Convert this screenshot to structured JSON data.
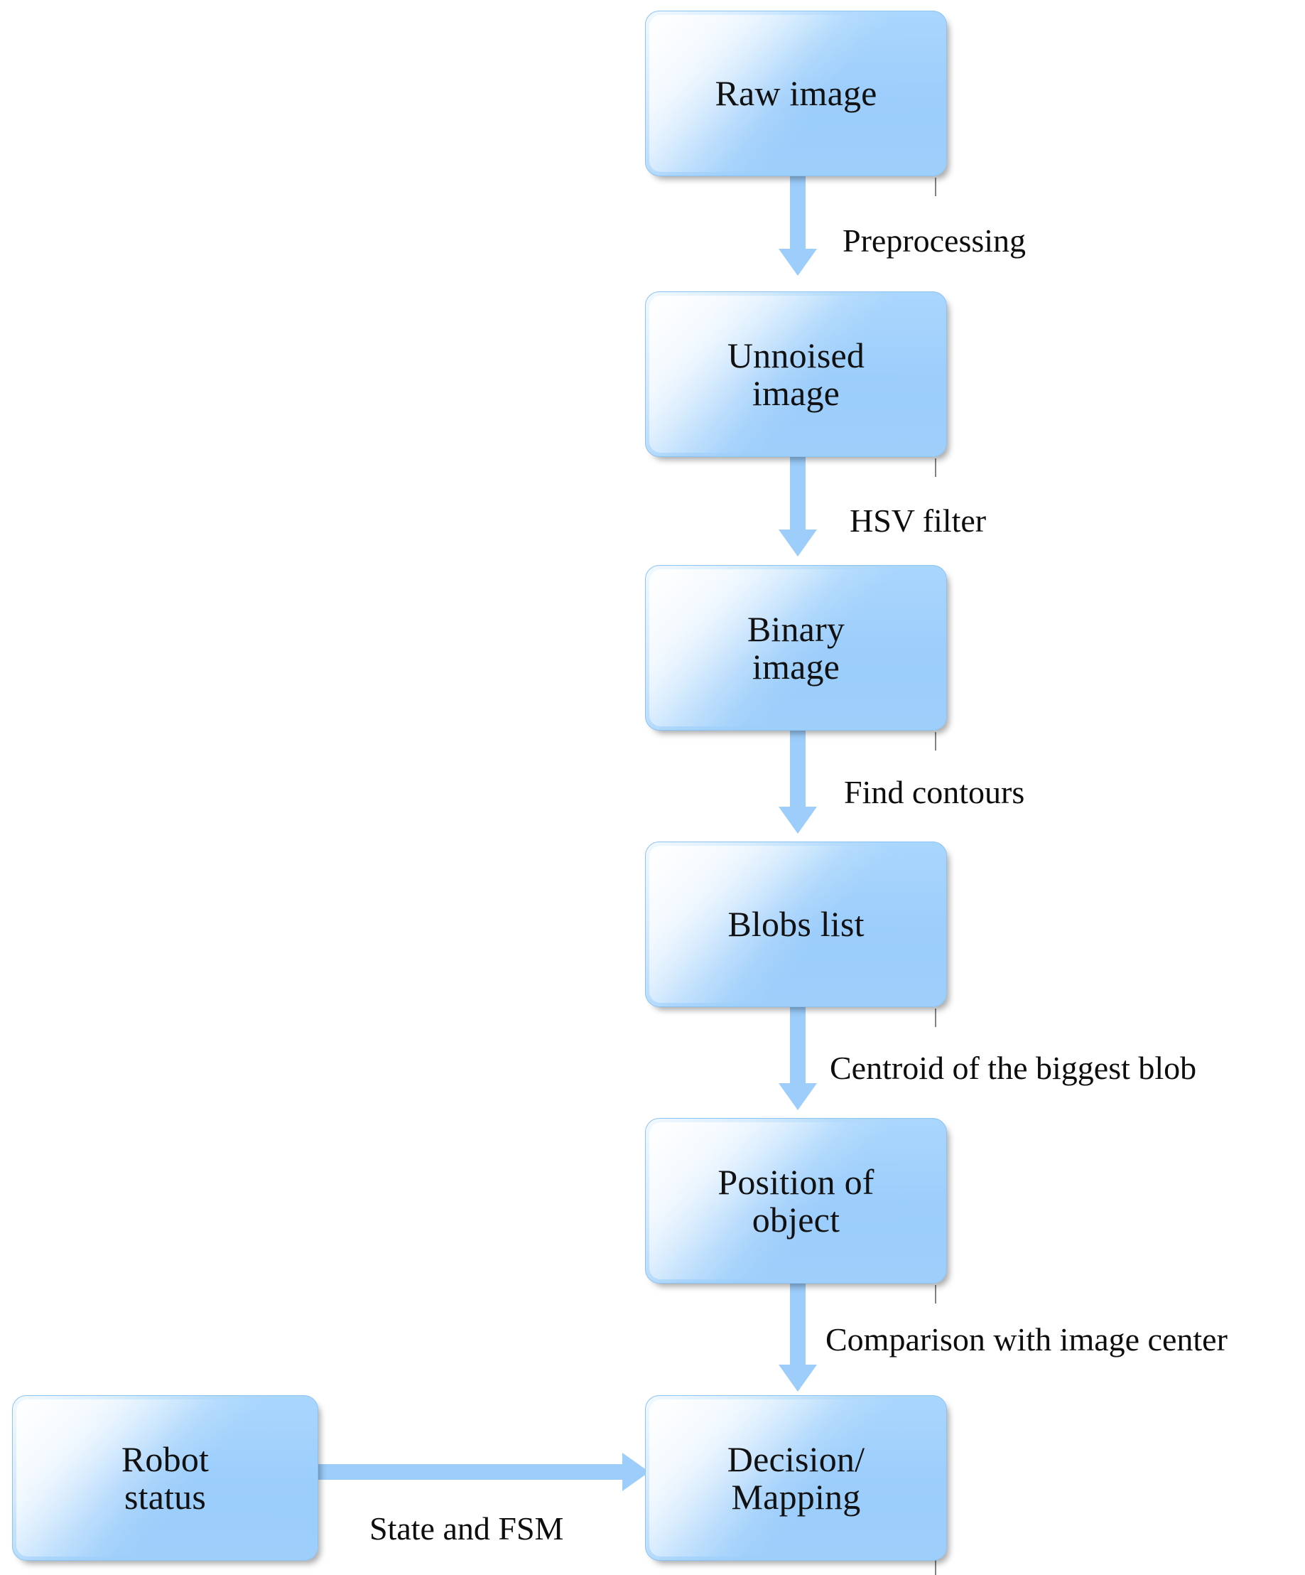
{
  "diagram": {
    "title": "Vision processing pipeline flowchart",
    "type": "flowchart",
    "orientation": "top-to-bottom",
    "colors": {
      "node_fill": "#9ccdfb",
      "node_border": "#8cc3f2",
      "arrow": "#9ccdfb",
      "text": "#111111",
      "background": "#ffffff"
    },
    "nodes": [
      {
        "id": "raw-image",
        "label": "Raw image"
      },
      {
        "id": "unnoised-image",
        "label": "Unnoised\nimage"
      },
      {
        "id": "binary-image",
        "label": "Binary\nimage"
      },
      {
        "id": "blobs-list",
        "label": "Blobs list"
      },
      {
        "id": "position-of-object",
        "label": "Position of\nobject"
      },
      {
        "id": "decision-mapping",
        "label": "Decision/\nMapping"
      },
      {
        "id": "robot-status",
        "label": "Robot\nstatus"
      }
    ],
    "edges": [
      {
        "id": "e1",
        "from": "raw-image",
        "to": "unnoised-image",
        "label": "Preprocessing"
      },
      {
        "id": "e2",
        "from": "unnoised-image",
        "to": "binary-image",
        "label": "HSV filter"
      },
      {
        "id": "e3",
        "from": "binary-image",
        "to": "blobs-list",
        "label": "Find contours"
      },
      {
        "id": "e4",
        "from": "blobs-list",
        "to": "position-of-object",
        "label": "Centroid of the biggest blob"
      },
      {
        "id": "e5",
        "from": "position-of-object",
        "to": "decision-mapping",
        "label": "Comparison with image center"
      },
      {
        "id": "e6",
        "from": "robot-status",
        "to": "decision-mapping",
        "label": "State and FSM"
      }
    ]
  }
}
